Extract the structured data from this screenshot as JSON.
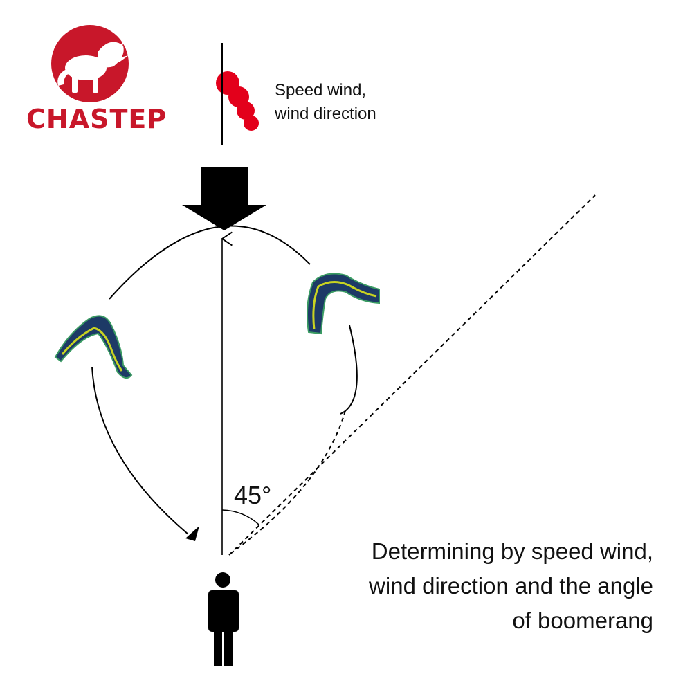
{
  "brand": {
    "name": "CHASTEP",
    "color": "#c8172a"
  },
  "wind_indicator": {
    "label_line1": "Speed wind,",
    "label_line2": "wind direction",
    "flag_color": "#e3001b"
  },
  "angle_label": "45°",
  "caption": {
    "line1": "Determining by speed wind,",
    "line2": "wind direction and the angle",
    "line3": "of boomerang"
  },
  "boomerang": {
    "body_color": "#1d3a66",
    "pattern_color": "#c8d321",
    "accent_color": "#3a9b63"
  }
}
